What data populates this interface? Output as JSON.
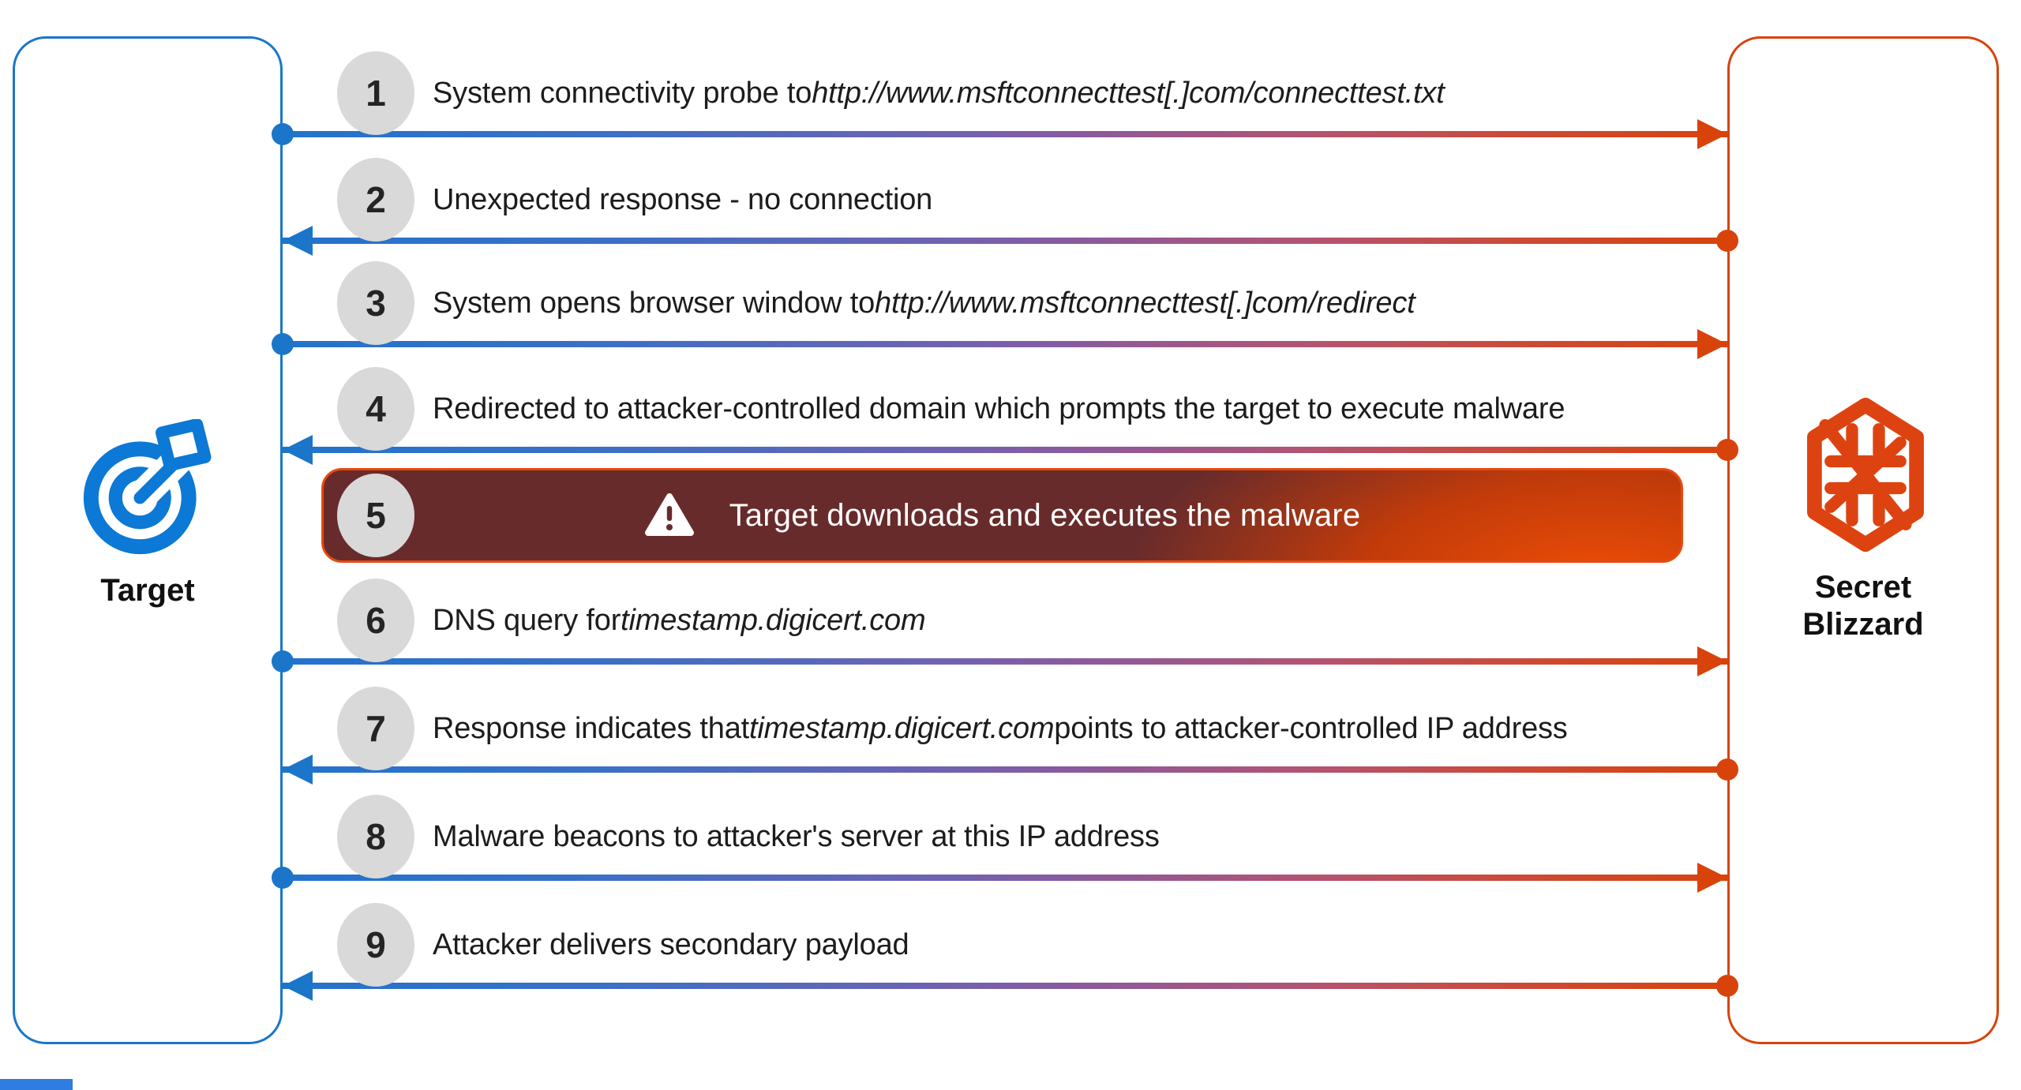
{
  "entities": {
    "target": {
      "label": "Target"
    },
    "attacker": {
      "label_line1": "Secret",
      "label_line2": "Blizzard"
    }
  },
  "steps": [
    {
      "num": "1",
      "direction": "right",
      "text_before": "System connectivity probe to ",
      "text_italic": "http://www.msftconnecttest[.]com/connecttest.txt",
      "text_after": ""
    },
    {
      "num": "2",
      "direction": "left",
      "text_before": "Unexpected response - no connection",
      "text_italic": "",
      "text_after": ""
    },
    {
      "num": "3",
      "direction": "right",
      "text_before": "System opens browser window to ",
      "text_italic": "http://www.msftconnecttest[.]com/redirect",
      "text_after": ""
    },
    {
      "num": "4",
      "direction": "left",
      "text_before": "Redirected to attacker-controlled domain which prompts the target to execute malware",
      "text_italic": "",
      "text_after": ""
    },
    {
      "num": "5",
      "direction": "none",
      "type": "alert-banner",
      "text_before": "Target downloads and executes the malware",
      "text_italic": "",
      "text_after": ""
    },
    {
      "num": "6",
      "direction": "right",
      "text_before": "DNS query for ",
      "text_italic": "timestamp.digicert.com",
      "text_after": ""
    },
    {
      "num": "7",
      "direction": "left",
      "text_before": "Response indicates that ",
      "text_italic": "timestamp.digicert.com",
      "text_after": " points to attacker-controlled IP address"
    },
    {
      "num": "8",
      "direction": "right",
      "text_before": "Malware beacons to attacker's server at this IP address",
      "text_italic": "",
      "text_after": ""
    },
    {
      "num": "9",
      "direction": "left",
      "text_before": "Attacker delivers secondary payload",
      "text_italic": "",
      "text_after": ""
    }
  ],
  "colors": {
    "target_accent": "#1b76c9",
    "attacker_accent": "#d8430c",
    "arrow_gradient_start": "#2273cc",
    "arrow_gradient_mid": "#8a5a9e",
    "arrow_gradient_end": "#d8430c",
    "step_circle_bg": "#d9d9d9",
    "banner_bg_dark": "#682b2b",
    "banner_bg_bright": "#e8430a",
    "banner_border": "#e8490f",
    "banner_text_color": "#ffffff",
    "body_text_color": "#1c1c1c"
  }
}
